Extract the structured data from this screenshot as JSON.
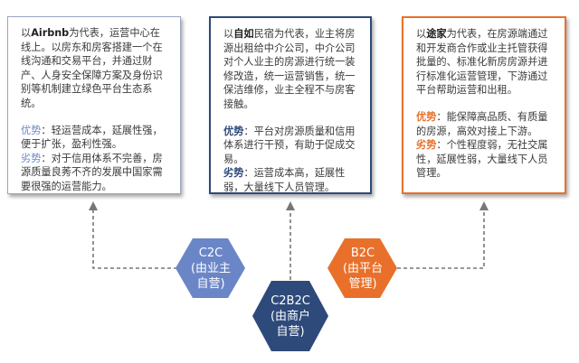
{
  "colors": {
    "c2c": "#6b86c7",
    "c2b2c": "#2e4a7a",
    "b2c": "#e8702a",
    "connector": "#777777"
  },
  "airbnb": {
    "intro_pre": "以",
    "intro_brand": "Airbnb",
    "intro_post": "为代表，运营中心在线上。以房东和房客搭建一个在线沟通和交易平台，并通过财产、人身安全保障方案及身份识别等机制建立绿色平台生态系统。",
    "pro_label": "优势",
    "pro_text": "：轻运营成本，延展性强，便于扩张，盈利性强。",
    "con_label": "劣势",
    "con_text": "：对于信用体系不完善，房源质量良莠不齐的发展中国家需要很强的运营能力。"
  },
  "ziru": {
    "intro_pre": "以",
    "intro_brand": "自如",
    "intro_post": "民宿为代表，业主将房源出租给中介公司，中介公司对个人业主的房源进行统一装修改造，统一运营销售，统一保洁维修，业主全程不与房客接触。",
    "pro_label": "优势",
    "pro_text": "：平台对房源质量和信用体系进行干预，有助于促成交易。",
    "con_label": "劣势",
    "con_text": "：运营成本高，延展性弱，大量线下人员管理。"
  },
  "tujia": {
    "intro_pre": "以",
    "intro_brand": "途家",
    "intro_post": "为代表，在房源端通过和开发商合作或业主托管获得批量的、标准化新房房源并进行标准化运营管理，下游通过平台帮助运营和出租。",
    "pro_label": "优势",
    "pro_text": "：能保障高品质、有质量的房源，高效对接上下游。",
    "con_label": "劣势",
    "con_text": "：个性程度弱，无社交属性，延展性弱，大量线下人员管理。"
  },
  "hexagons": {
    "c2c": {
      "line1": "C2C",
      "line2": "(由业主",
      "line3": "自营)"
    },
    "c2b2c": {
      "line1": "C2B2C",
      "line2": "(由商户",
      "line3": "自营)"
    },
    "b2c": {
      "line1": "B2C",
      "line2": "(由平台",
      "line3": "管理)"
    }
  }
}
